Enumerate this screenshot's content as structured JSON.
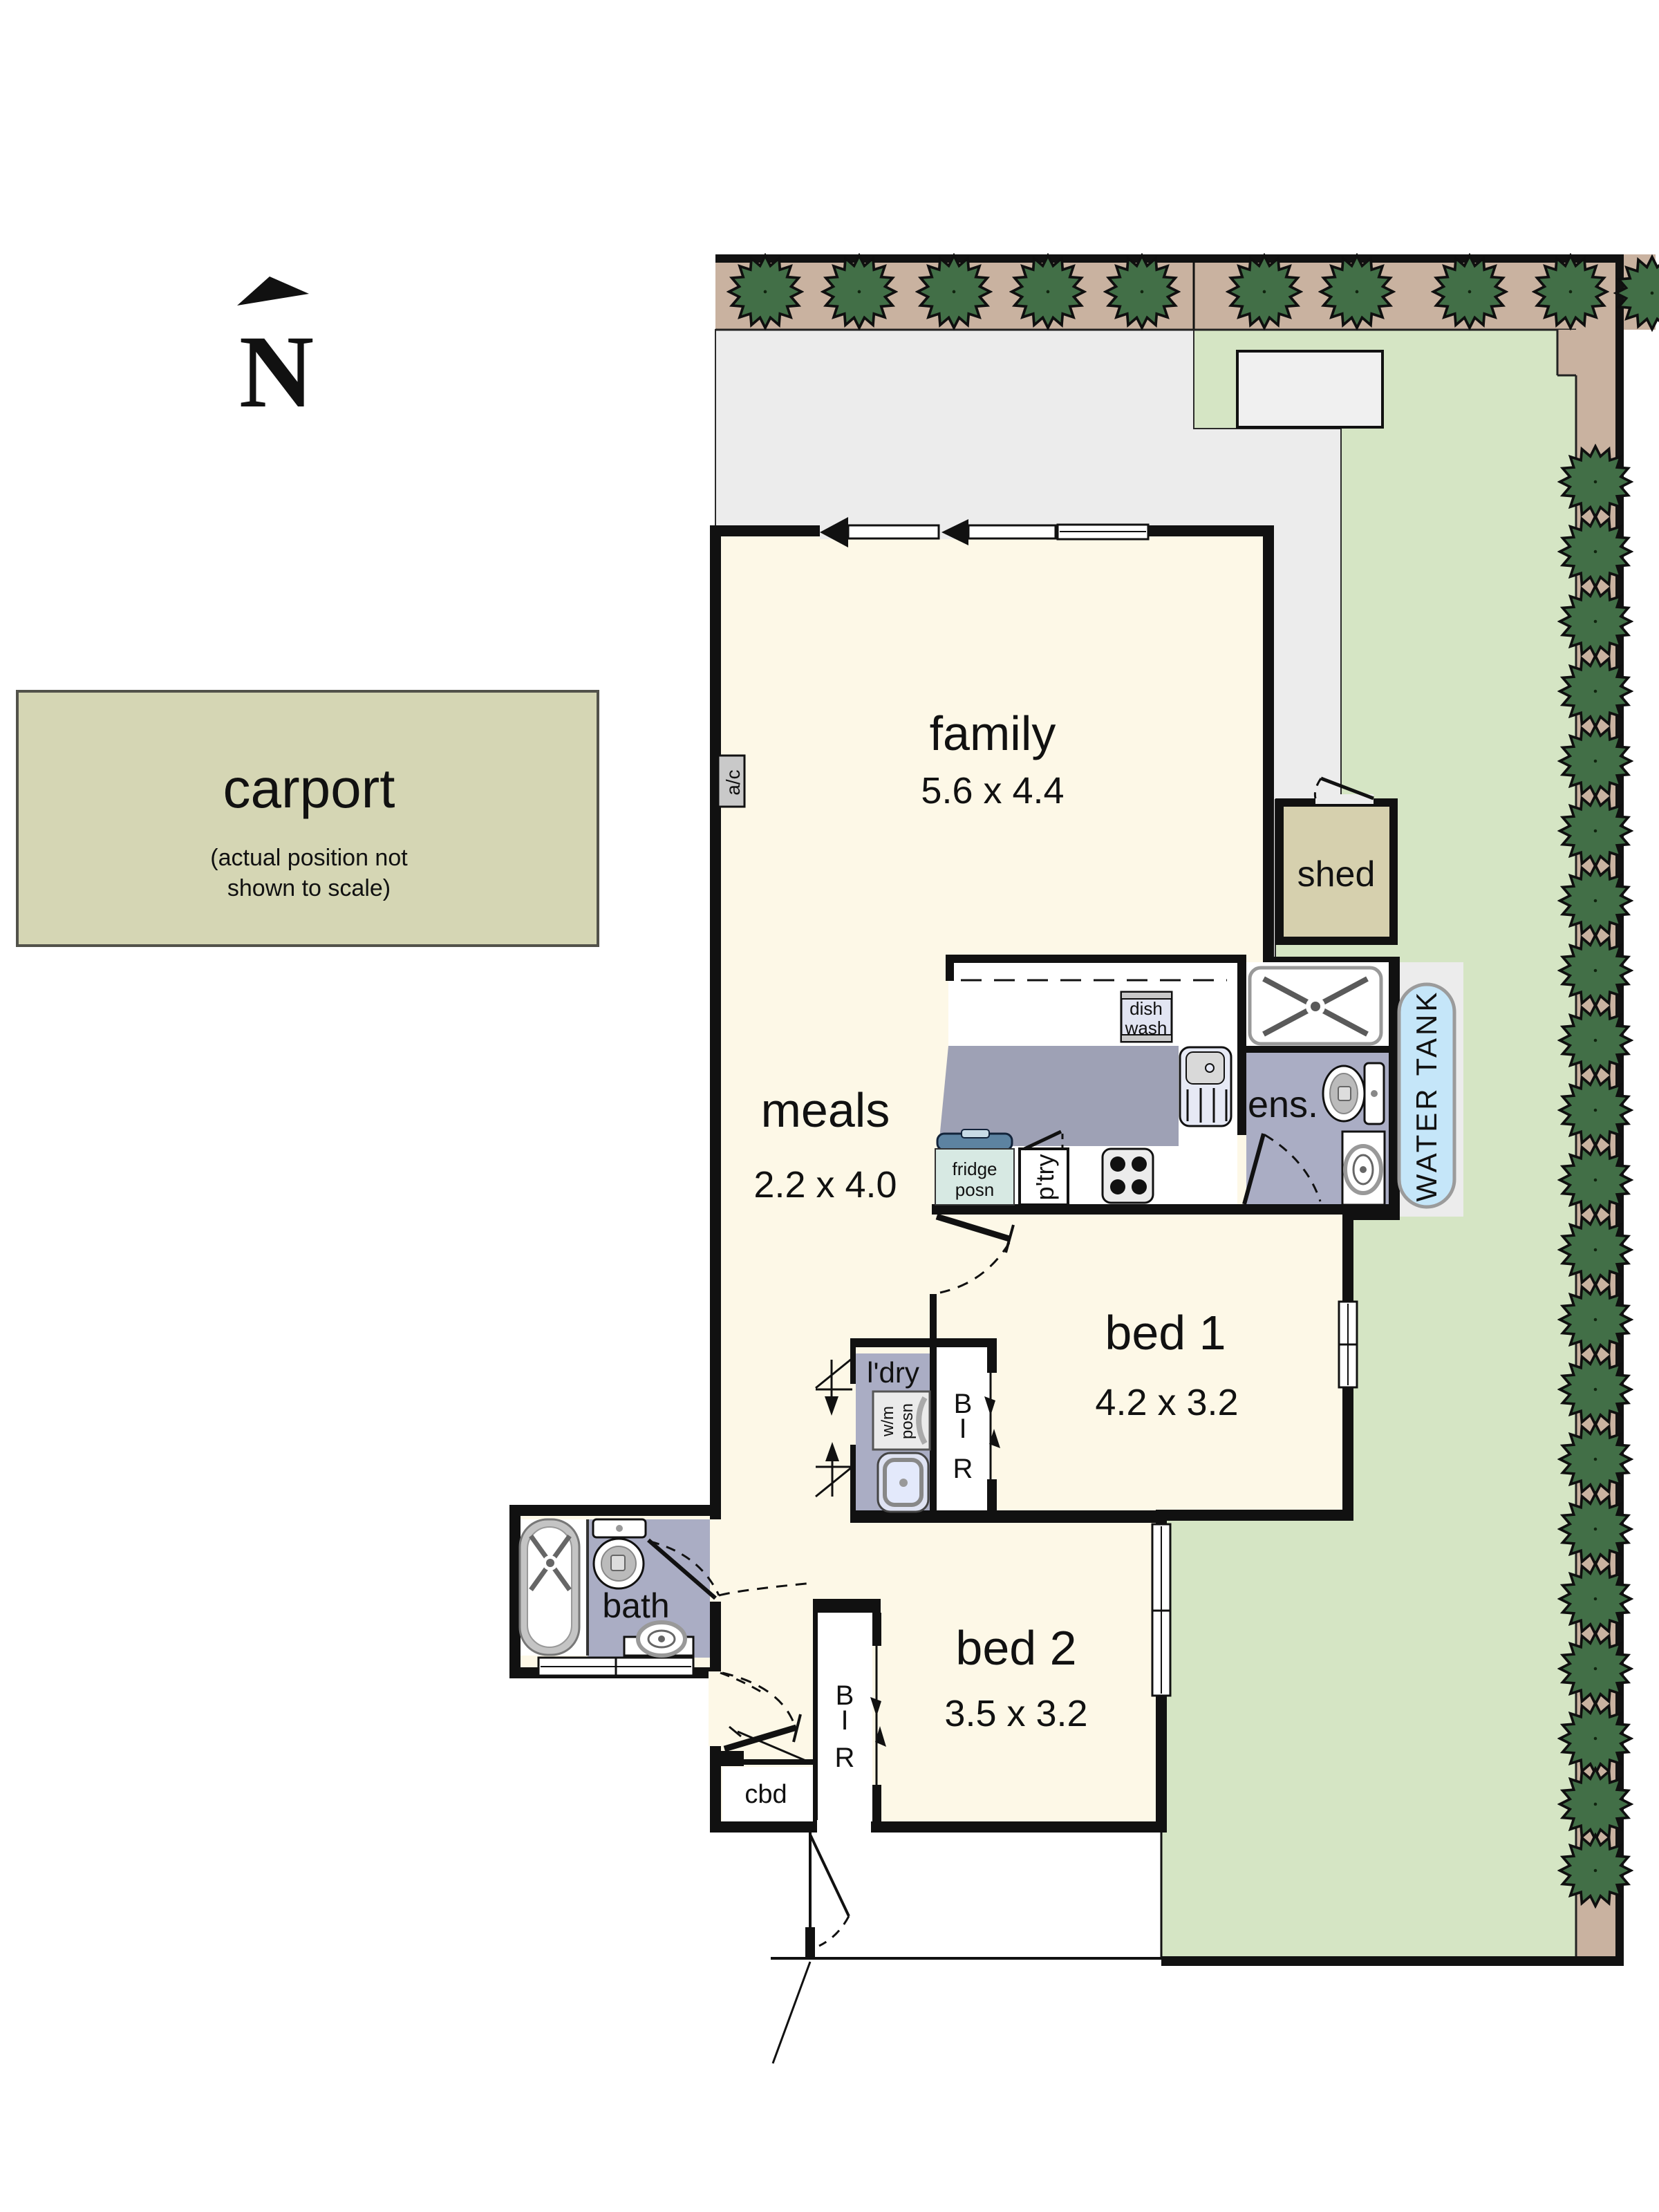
{
  "compass": {
    "label": "N"
  },
  "carport": {
    "label": "carport",
    "note_line1": "(actual position not",
    "note_line2": "shown to scale)"
  },
  "rooms": {
    "family": {
      "label": "family",
      "dims": "5.6 x 4.4"
    },
    "meals": {
      "label": "meals",
      "dims": "2.2 x 4.0"
    },
    "bed1": {
      "label": "bed 1",
      "dims": "4.2 x 3.2"
    },
    "bed2": {
      "label": "bed 2",
      "dims": "3.5 x 3.2"
    },
    "bath": {
      "label": "bath"
    },
    "ensuite": {
      "label": "ens."
    },
    "laundry": {
      "label": "l'dry"
    },
    "shed": {
      "label": "shed"
    },
    "cupboard": {
      "label": "cbd"
    }
  },
  "fixtures": {
    "air_conditioner": {
      "label": "a/c"
    },
    "dishwasher": {
      "line1": "dish",
      "line2": "wash"
    },
    "fridge": {
      "line1": "fridge",
      "line2": "posn"
    },
    "pantry": {
      "label": "p'try"
    },
    "washing_machine": {
      "line1": "w/m",
      "line2": "posn"
    },
    "robe1": {
      "l1": "B",
      "l2": "I",
      "l3": "R"
    },
    "robe2": {
      "l1": "B",
      "l2": "I",
      "l3": "R"
    },
    "water_tank": {
      "label": "WATER TANK"
    }
  },
  "colors": {
    "floor": "#fdf8e7",
    "wet_area": "#aaadc4",
    "bench": "#9ea1b5",
    "yard": "#d5e5c4",
    "patio": "#ececec",
    "hedge_soil": "#c9b2a0",
    "tree": "#426f47",
    "carport_fill": "#d5d6b4",
    "shed_fill": "#d6d0ae",
    "water_tank_fill": "#c5e6f9",
    "wall": "#111111"
  }
}
